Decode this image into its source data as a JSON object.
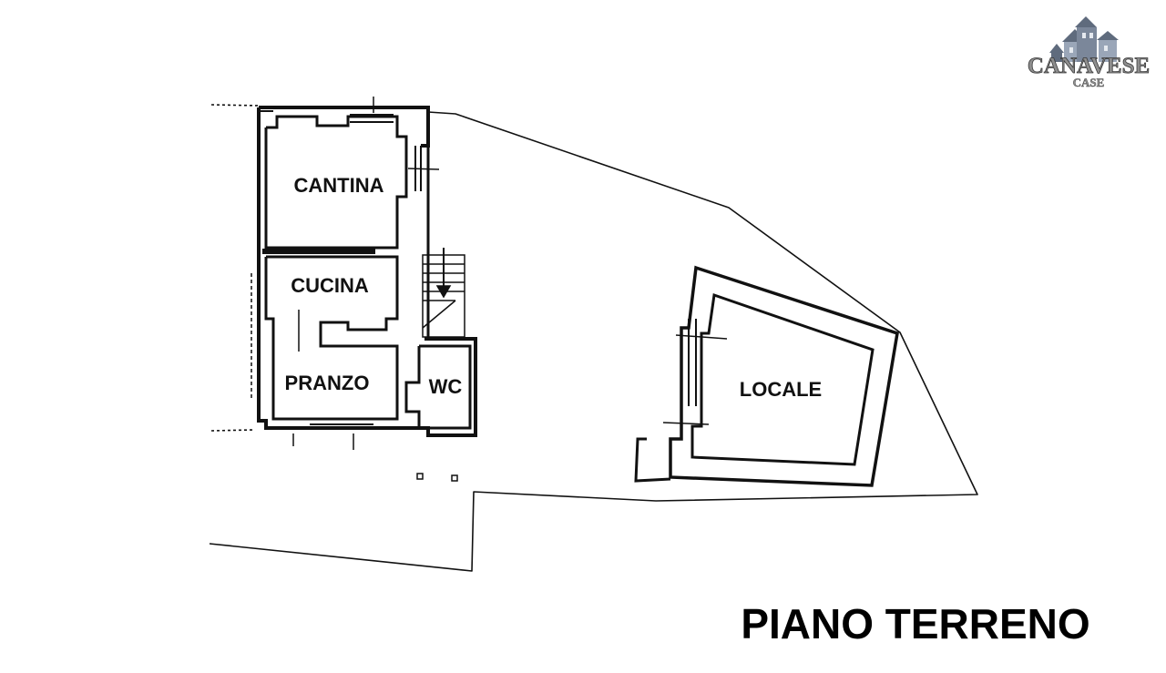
{
  "logo": {
    "brand": "CANAVESE",
    "sub": "CASE",
    "colors": {
      "text": "#8e8e8e",
      "shadow": "#3a3a3a",
      "house_light": "#9aa6b8",
      "house_dark": "#5f6b7d"
    }
  },
  "rooms": {
    "cantina": "CANTINA",
    "cucina": "CUCINA",
    "pranzo": "PRANZO",
    "wc": "WC",
    "locale": "LOCALE"
  },
  "title": "PIANO TERRENO",
  "colors": {
    "ink": "#111111",
    "background": "#ffffff"
  }
}
